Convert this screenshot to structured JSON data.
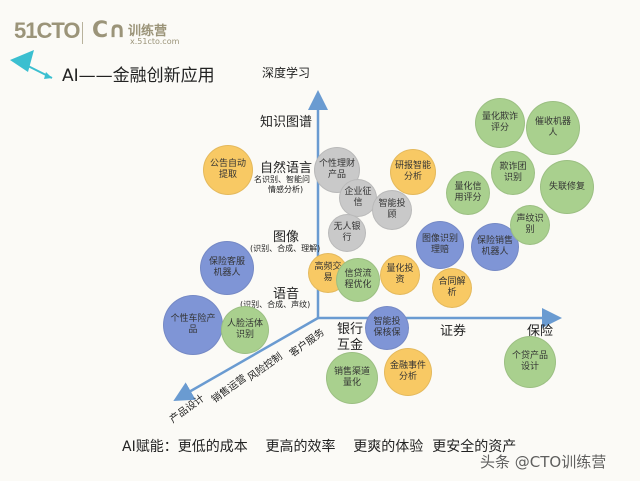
{
  "header": {
    "logo": "51CTO",
    "logo_mark": "C∩",
    "logo_brand": "训练营",
    "logo_url": "x.51cto.com",
    "title": "AI——金融创新应用"
  },
  "tech_axis": {
    "top_label": "深度学习",
    "levels": [
      {
        "name": "知识图谱",
        "sub": ""
      },
      {
        "name": "自然语言",
        "sub": "名识别、智能问",
        "sub2": "情感分析)"
      },
      {
        "name": "图像",
        "sub": "(识别、合成、理解)"
      },
      {
        "name": "语音",
        "sub": "(识别、合成、声纹)"
      }
    ]
  },
  "industry_axis": [
    "银行\n互金",
    "证券",
    "保险"
  ],
  "function_axis": [
    "产品设计",
    "销售运营",
    "风险控制",
    "客户服务"
  ],
  "bubbles": [
    {
      "text": "公告自动提取",
      "color": "yellow"
    },
    {
      "text": "个性理财产品",
      "color": "gray"
    },
    {
      "text": "企业征信",
      "color": "gray"
    },
    {
      "text": "智能投顾",
      "color": "gray"
    },
    {
      "text": "无人银行",
      "color": "gray"
    },
    {
      "text": "研报智能分析",
      "color": "yellow"
    },
    {
      "text": "图像识别理赔",
      "color": "blue"
    },
    {
      "text": "保险客服机器人",
      "color": "blue"
    },
    {
      "text": "高频交易",
      "color": "yellow"
    },
    {
      "text": "信贷流程优化",
      "color": "green"
    },
    {
      "text": "量化投资",
      "color": "yellow"
    },
    {
      "text": "合同解析",
      "color": "yellow"
    },
    {
      "text": "保险销售机器人",
      "color": "blue"
    },
    {
      "text": "量化欺诈评分",
      "color": "green"
    },
    {
      "text": "催收机器人",
      "color": "green"
    },
    {
      "text": "欺诈团识别",
      "color": "green"
    },
    {
      "text": "量化信用评分",
      "color": "green"
    },
    {
      "text": "失联修复",
      "color": "green"
    },
    {
      "text": "声纹识别",
      "color": "green"
    },
    {
      "text": "个性车险产品",
      "color": "blue"
    },
    {
      "text": "人脸活体识别",
      "color": "green"
    },
    {
      "text": "智能投保核保",
      "color": "blue"
    },
    {
      "text": "销售渠道量化",
      "color": "green"
    },
    {
      "text": "金融事件分析",
      "color": "yellow"
    },
    {
      "text": "个贷产品设计",
      "color": "green"
    }
  ],
  "colors": {
    "yellow": "#f8c964",
    "green": "#a9d08e",
    "blue": "#7f95d6",
    "gray": "#c9c9c9",
    "axis": "#6a9bd1"
  },
  "footer": "AI赋能：更低的成本    更高的效率    更爽的体验  更安全的资产",
  "watermark": "头条 @CTO训练营"
}
